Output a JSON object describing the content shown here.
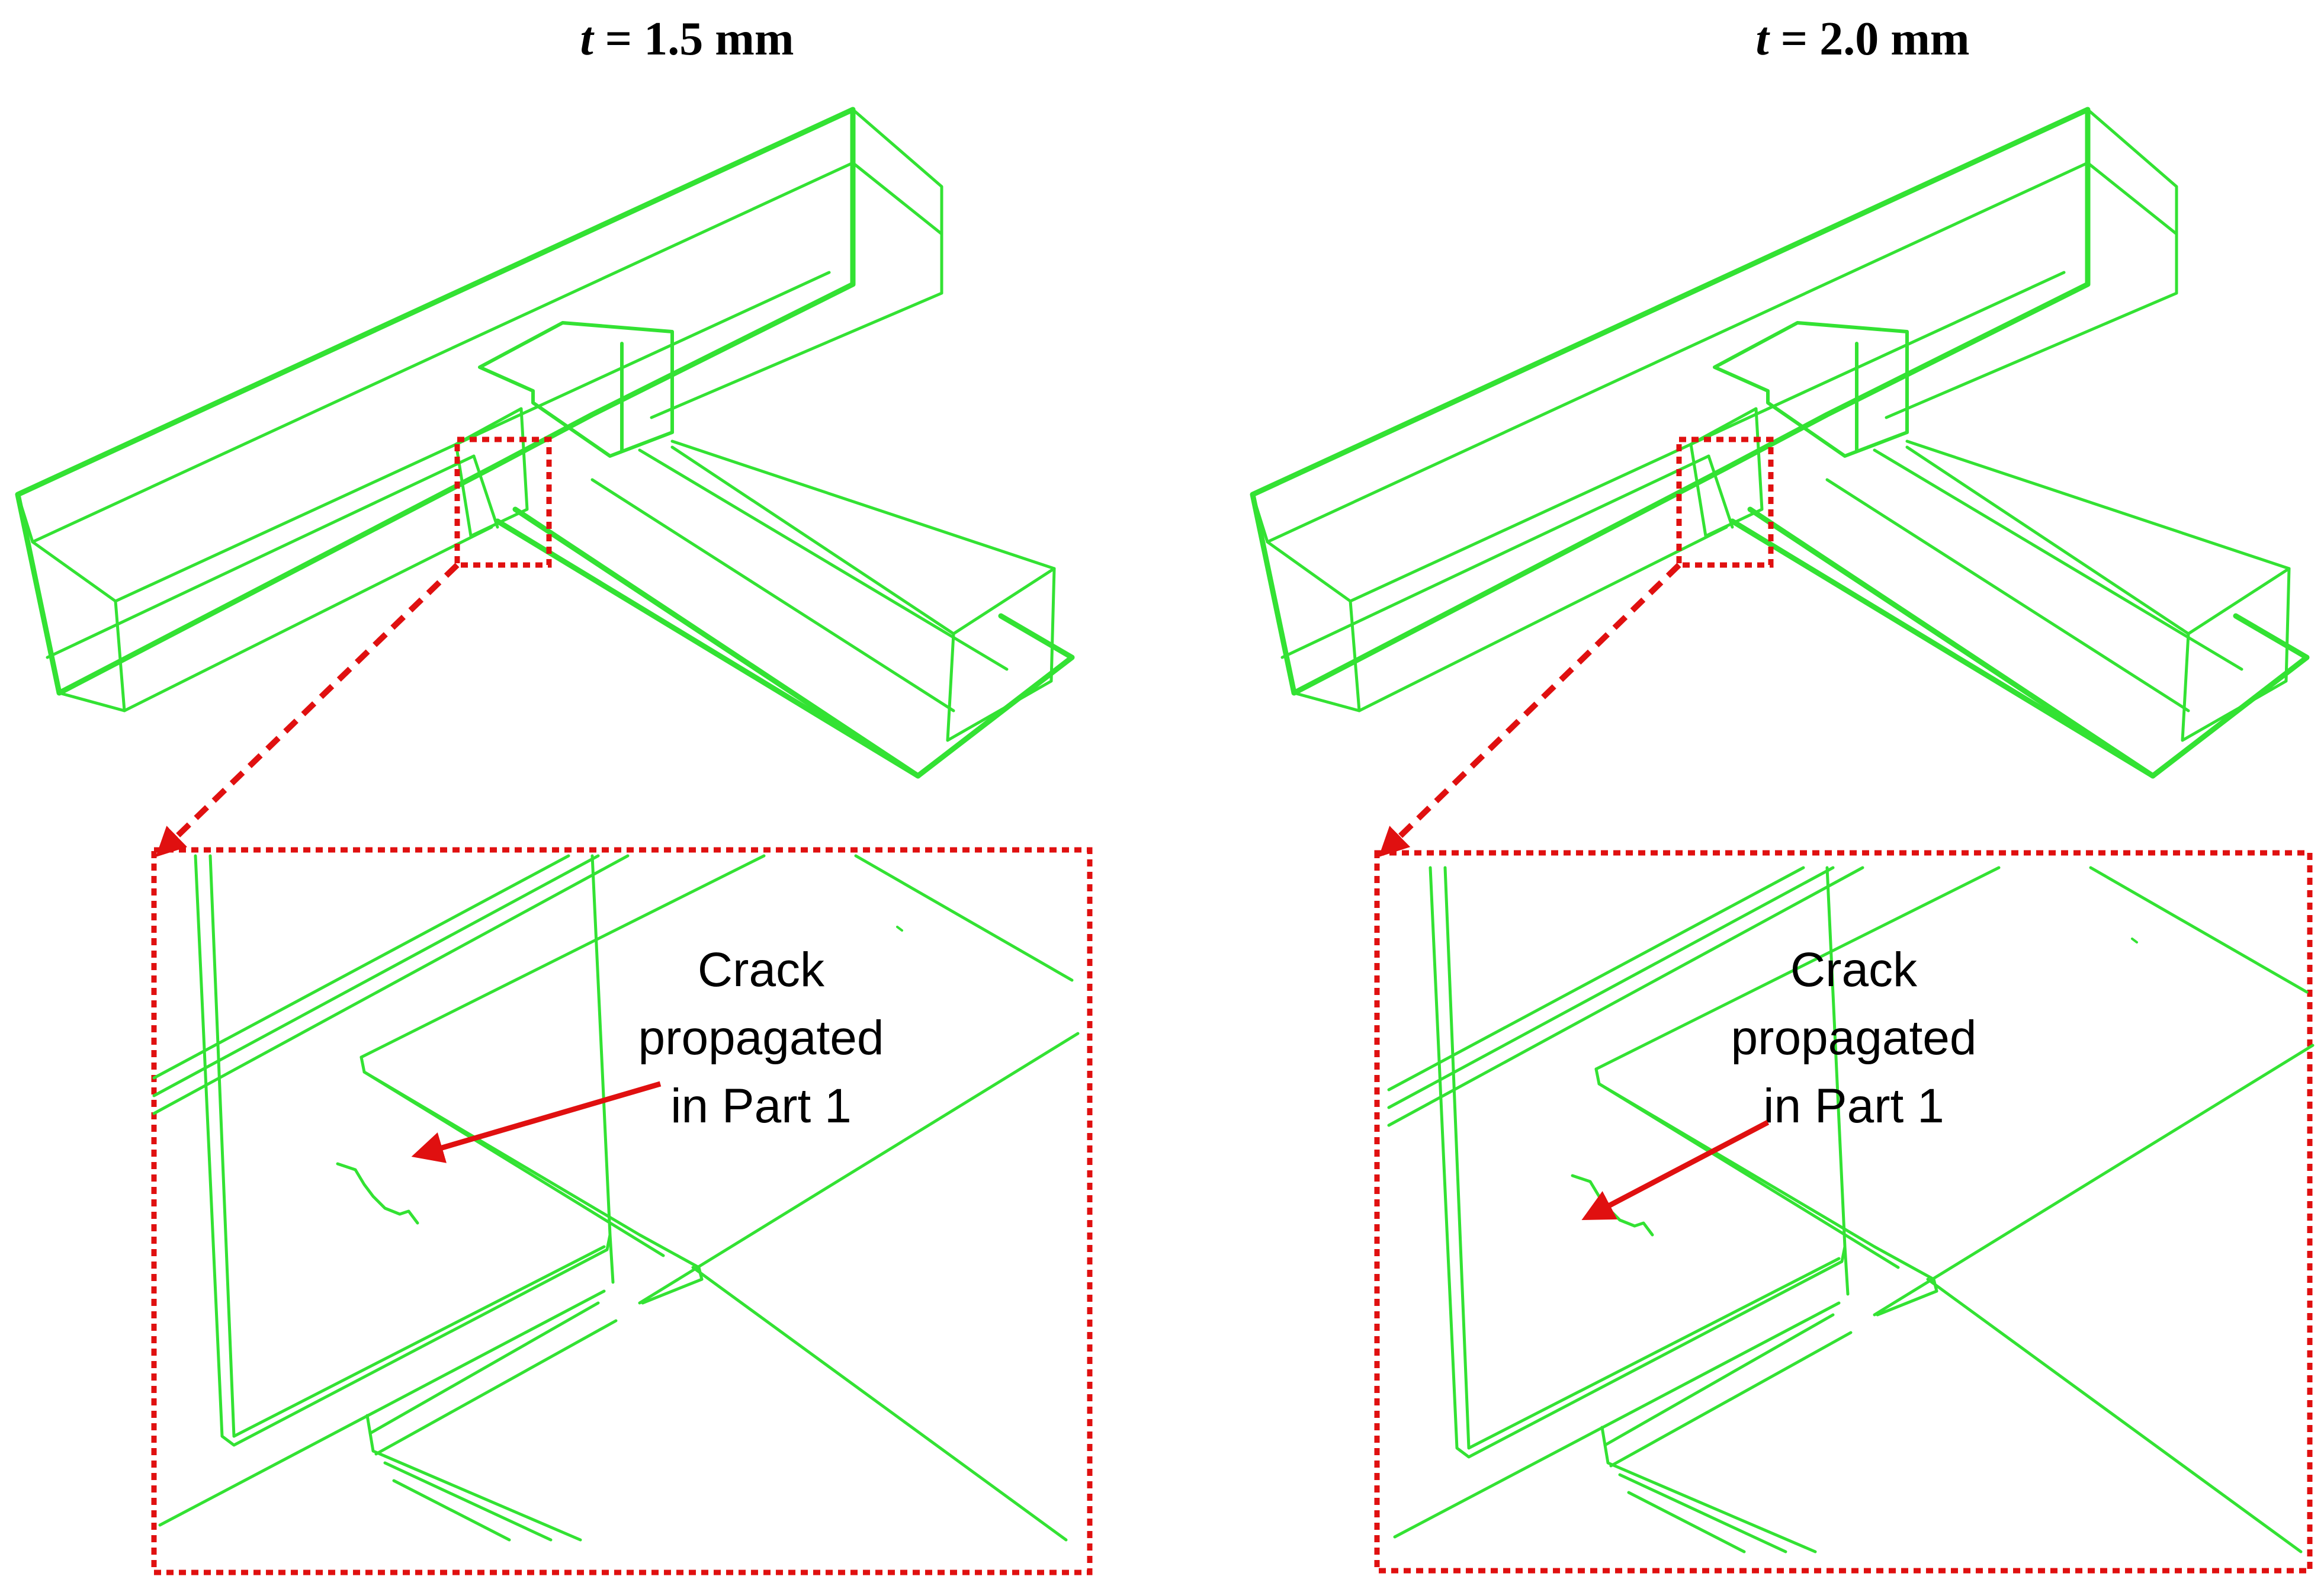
{
  "panels": [
    {
      "title_var": "t",
      "title_rest": " = 1.5 mm",
      "callout_lines": [
        "Crack",
        "propagated",
        "in Part 1"
      ]
    },
    {
      "title_var": "t",
      "title_rest": " = 2.0 mm",
      "callout_lines": [
        "Crack",
        "propagated",
        "in Part 1"
      ]
    }
  ],
  "colors": {
    "wireframe": "#33e233",
    "highlight": "#e01010",
    "text": "#000000"
  }
}
